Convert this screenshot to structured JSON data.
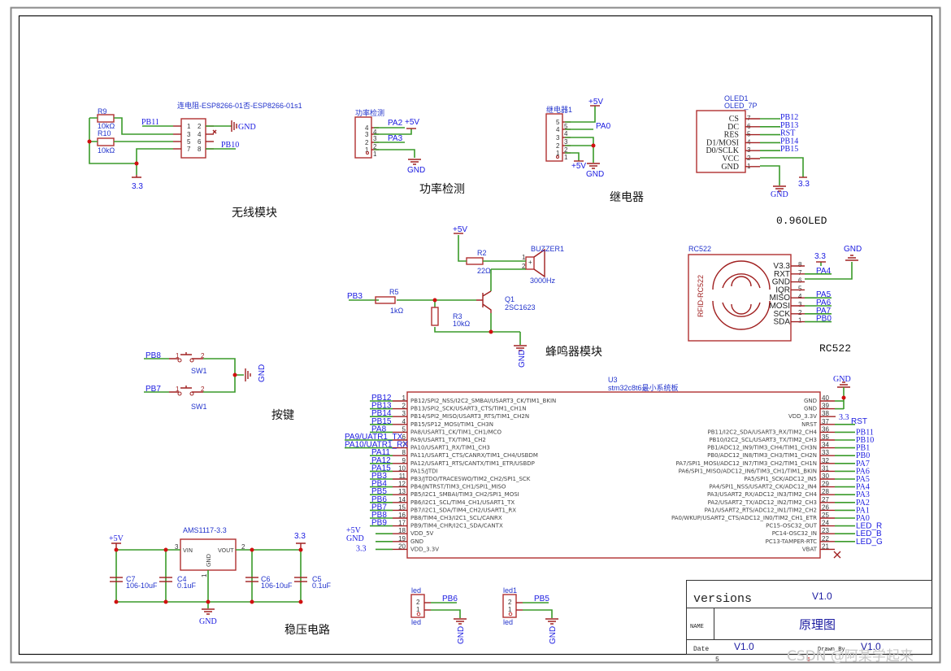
{
  "sheet": {
    "title_block": {
      "versions_label": "versions",
      "versions_value": "V1.0",
      "name_label": "NAME",
      "name_value": "原理图",
      "date_label": "Date",
      "date_value": "V1.0",
      "drawn_by_label": "Drawn By",
      "drawn_by_value": "V1.0",
      "sheet_no": "5",
      "sheet_no_red": "5"
    },
    "watermark": "CSDN @阿某学起来"
  },
  "wireless": {
    "caption": "无线模块",
    "part": "连电阻-ESP8266-01否-ESP8266-01s1",
    "r9": {
      "ref": "R9",
      "value": "10kΩ"
    },
    "r10": {
      "ref": "R10",
      "value": "10kΩ"
    },
    "pins_left": [
      "1",
      "3",
      "5",
      "7"
    ],
    "pins_right": [
      "2",
      "4",
      "6",
      "8"
    ],
    "net_pb11": "PB11",
    "net_pb10": "PB10",
    "net_gnd": "GND",
    "net_33": "3.3"
  },
  "power_detect": {
    "caption": "功率检测",
    "ref": "功率检测",
    "pins": [
      "4",
      "3",
      "2",
      "1"
    ],
    "net_pa2": "PA2",
    "net_pa3": "PA3",
    "net_5v": "+5V",
    "net_gnd": "GND"
  },
  "relay": {
    "caption": "继电器",
    "ref": "继电器1",
    "pins": [
      "5",
      "4",
      "3",
      "2",
      "1"
    ],
    "net_pa0": "PA0",
    "net_5v_top": "+5V",
    "net_5v_bottom": "+5V",
    "net_gnd": "GND"
  },
  "oled": {
    "caption": "0.96OLED",
    "ref": "OLED1",
    "part": "OLED_7P",
    "pins": [
      {
        "name": "CS",
        "num": "7",
        "net": "PB12"
      },
      {
        "name": "DC",
        "num": "6",
        "net": "PB13"
      },
      {
        "name": "RES",
        "num": "5",
        "net": "RST"
      },
      {
        "name": "D1/MOSI",
        "num": "4",
        "net": "PB14"
      },
      {
        "name": "D0/SCLK",
        "num": "3",
        "net": "PB15"
      },
      {
        "name": "VCC",
        "num": "2",
        "net": ""
      },
      {
        "name": "GND",
        "num": "1",
        "net": ""
      }
    ],
    "net_gnd": "GND",
    "net_33": "3.3"
  },
  "buzzer": {
    "caption": "蜂鸣器模块",
    "net_5v": "+5V",
    "net_pb3": "PB3",
    "net_gnd": "GND",
    "r2": {
      "ref": "R2",
      "value": "22Ω"
    },
    "r5": {
      "ref": "R5",
      "value": "1kΩ"
    },
    "r3": {
      "ref": "R3",
      "value": "10kΩ"
    },
    "q1": {
      "ref": "Q1",
      "value": "2SC1623"
    },
    "buzzer": {
      "ref": "BUZZER1",
      "value": "3000Hz",
      "pin1": "1",
      "pin2": "2",
      "plus": "+"
    }
  },
  "rc522": {
    "caption": "RC522",
    "ref": "RC522",
    "body_label": "RFID-RC522",
    "pins": [
      {
        "name": "V3.3",
        "num": "8",
        "net": ""
      },
      {
        "name": "RXT",
        "num": "7",
        "net": "PA4"
      },
      {
        "name": "GND",
        "num": "6",
        "net": ""
      },
      {
        "name": "IQR",
        "num": "5",
        "net": ""
      },
      {
        "name": "MISO",
        "num": "4",
        "net": "PA5"
      },
      {
        "name": "MOSI",
        "num": "3",
        "net": "PA6"
      },
      {
        "name": "SCK",
        "num": "2",
        "net": "PA7"
      },
      {
        "name": "SDA",
        "num": "1",
        "net": "PB0"
      }
    ],
    "net_33": "3.3",
    "net_gnd": "GND"
  },
  "keys": {
    "caption": "按键",
    "sw_top": {
      "ref": "SW1",
      "net": "PB8",
      "p1": "1",
      "p2": "2"
    },
    "sw_bottom": {
      "ref": "SW1",
      "net": "PB7",
      "p1": "1",
      "p2": "2"
    },
    "net_gnd": "GND"
  },
  "mcu": {
    "ref": "U3",
    "part": "stm32c8t6最小系统板",
    "left_pins": [
      {
        "num": "1",
        "name": "PB12/SPI2_NSS/I2C2_SMBAI/USART3_CK/TIM1_BKIN",
        "net": "PB12"
      },
      {
        "num": "2",
        "name": "PB13/SPI2_SCK/USART3_CTS/TIM1_CH1N",
        "net": "PB13"
      },
      {
        "num": "3",
        "name": "PB14/SPI2_MISO/USART3_RTS/TIM1_CH2N",
        "net": "PB14"
      },
      {
        "num": "4",
        "name": "PB15/SP12_MOSI/TIM1_CH3N",
        "net": "PB15"
      },
      {
        "num": "5",
        "name": "PA8/USART1_CK/TIM1_CH1/MCO",
        "net": "PA8"
      },
      {
        "num": "6",
        "name": "PA9/USART1_TX/TIM1_CH2",
        "net": "PA9/UATR1_TX"
      },
      {
        "num": "7",
        "name": "PA10/USART1_RX/TIM1_CH3",
        "net": "PA10/UATR1_RX"
      },
      {
        "num": "8",
        "name": "PA11/USART1_CTS/CANRX/TIM1_CH4/USBDM",
        "net": "PA11"
      },
      {
        "num": "9",
        "name": "PA12/USART1_RTS/CANTX/TIM1_ETR/USBDP",
        "net": "PA12"
      },
      {
        "num": "10",
        "name": "PA15/JTDI",
        "net": "PA15"
      },
      {
        "num": "11",
        "name": "PB3/JTDO/TRACESWO/TIM2_CH2/SPI1_SCK",
        "net": "PB3"
      },
      {
        "num": "12",
        "name": "PB4/JNTRST/TIM3_CH1/SPI1_MISO",
        "net": "PB4"
      },
      {
        "num": "13",
        "name": "PB5/I2C1_SMBAI/TIM3_CH2/SPI1_MOSI",
        "net": "PB5"
      },
      {
        "num": "14",
        "name": "PB6/I2C1_SCL/TIM4_CH1/USART1_TX",
        "net": "PB6"
      },
      {
        "num": "15",
        "name": "PB7/I2C1_SDA/TIM4_CH2/USART1_RX",
        "net": "PB7"
      },
      {
        "num": "16",
        "name": "PB8/TIM4_CH3/I2C1_SCL/CANRX",
        "net": "PB8"
      },
      {
        "num": "17",
        "name": "PB9/TIM4_CHR/I2C1_SDA/CANTX",
        "net": "PB9"
      },
      {
        "num": "18",
        "name": "VDD_5V",
        "net": "+5V"
      },
      {
        "num": "19",
        "name": "GND",
        "net": "GND"
      },
      {
        "num": "20",
        "name": "VDD_3.3V",
        "net": "3.3"
      }
    ],
    "right_pins": [
      {
        "num": "40",
        "name": "GND",
        "net": ""
      },
      {
        "num": "39",
        "name": "GND",
        "net": ""
      },
      {
        "num": "38",
        "name": "VDD_3.3V",
        "net": "3.3"
      },
      {
        "num": "37",
        "name": "NRST",
        "net": "RST"
      },
      {
        "num": "36",
        "name": "PB11/I2C2_SDA/USART3_RX/TIM2_CH4",
        "net": "PB11"
      },
      {
        "num": "35",
        "name": "PB10/I2C2_SCL/USART3_TX/TIM2_CH3",
        "net": "PB10"
      },
      {
        "num": "34",
        "name": "PB1/ADC12_IN9/TIM3_CH4/TIM1_CH3N",
        "net": "PB1"
      },
      {
        "num": "33",
        "name": "PB0/ADC12_IN8/TIM3_CH3/TIM1_CH2N",
        "net": "PB0"
      },
      {
        "num": "32",
        "name": "PA7/SPI1_MOSI/ADC12_IN7/TIM3_CH2/TIM1_CH1N",
        "net": "PA7"
      },
      {
        "num": "31",
        "name": "PA6/SPI1_MISO/ADC12_IN6/TIM3_CH1/TIM1_BKIN",
        "net": "PA6"
      },
      {
        "num": "30",
        "name": "PA5/SPI1_SCK/ADC12_IN5",
        "net": "PA5"
      },
      {
        "num": "29",
        "name": "PA4/SPI1_NSS/USART2_CK/ADC12_IN4",
        "net": "PA4"
      },
      {
        "num": "28",
        "name": "PA3/USART2_RX/ADC12_IN3/TIM2_CH4",
        "net": "PA3"
      },
      {
        "num": "27",
        "name": "PA2/USART2_TX/ADC12_IN2/TIM2_CH3",
        "net": "PA2"
      },
      {
        "num": "26",
        "name": "PA1/USART2_RTS/ADC12_IN1/TIM2_CH2",
        "net": "PA1"
      },
      {
        "num": "25",
        "name": "PA0/WKUP/USART2_CTS/ADC12_IN0/TIM2_CH1_ETR",
        "net": "PA0"
      },
      {
        "num": "24",
        "name": "PC15-OSC32_OUT",
        "net": "LED_R"
      },
      {
        "num": "23",
        "name": "PC14-OSC32_IN",
        "net": "LED_B"
      },
      {
        "num": "22",
        "name": "PC13-TAMPER-RTC",
        "net": "LED_G"
      },
      {
        "num": "21",
        "name": "VBAT",
        "net": ""
      }
    ],
    "net_gnd_top": "GND"
  },
  "regulator": {
    "caption": "稳压电路",
    "ref": "AMS1117-3.3",
    "pin_vin": "VIN",
    "pin_vout": "VOUT",
    "pin_gnd": "GND",
    "pin_num_vin": "3",
    "pin_num_vout": "2",
    "pin_num_gnd": "1",
    "net_5v": "+5V",
    "net_33": "3.3",
    "net_gnd": "GND",
    "c7": {
      "ref": "C7",
      "value": "106-10uF"
    },
    "c4": {
      "ref": "C4",
      "value": "0.1uF"
    },
    "c6": {
      "ref": "C6",
      "value": "106-10uF"
    },
    "c5": {
      "ref": "C5",
      "value": "0.1uF"
    }
  },
  "leds": [
    {
      "ref": "led",
      "ref2": "led",
      "net": "PB6",
      "p2": "2",
      "p1": "1",
      "gnd": "GND"
    },
    {
      "ref": "led1",
      "ref2": "led",
      "net": "PB5",
      "p2": "2",
      "p1": "1",
      "gnd": "GND"
    }
  ]
}
